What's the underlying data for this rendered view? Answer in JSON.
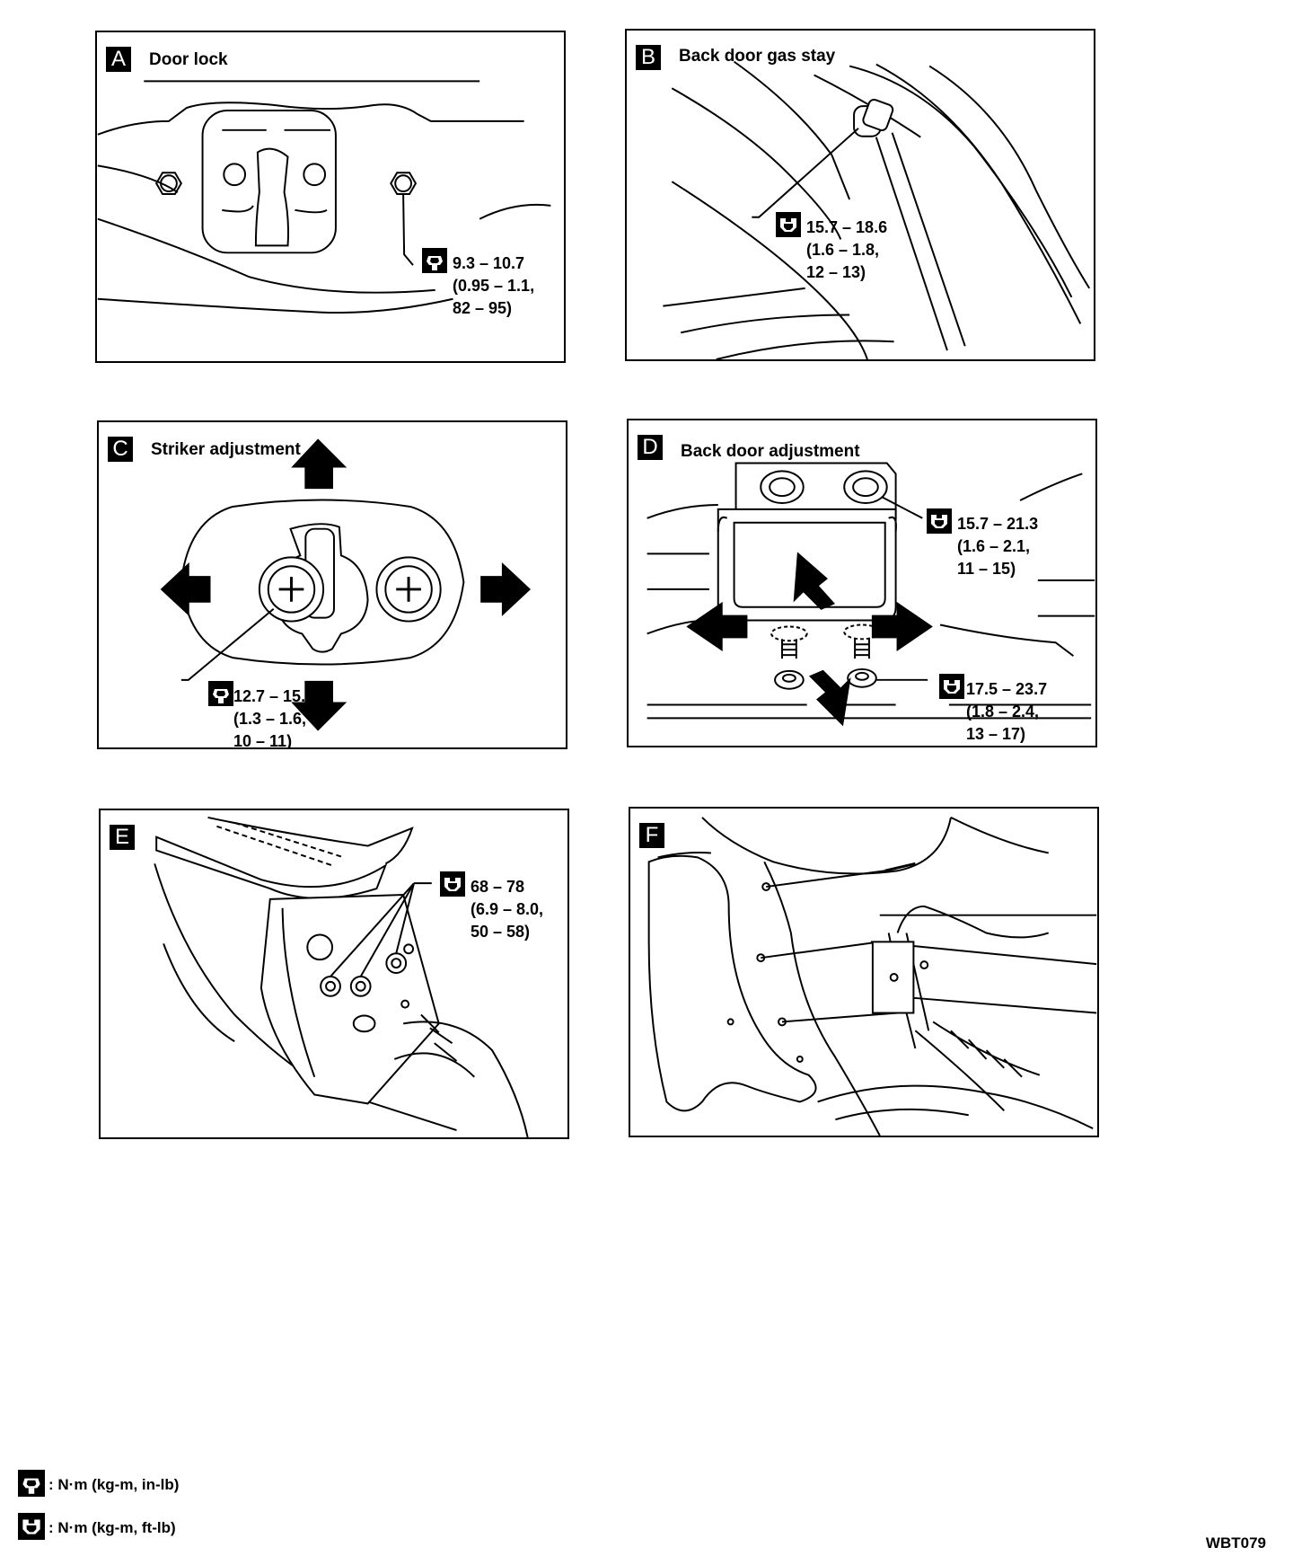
{
  "panels": {
    "a": {
      "letter": "A",
      "title": "Door lock",
      "spec": [
        "9.3 – 10.7",
        "(0.95 – 1.1,",
        "82 – 95)"
      ]
    },
    "b": {
      "letter": "B",
      "title": "Back door gas stay",
      "spec": [
        "15.7 – 18.6",
        "(1.6 – 1.8,",
        "12 – 13)"
      ]
    },
    "c": {
      "letter": "C",
      "title": "Striker adjustment",
      "spec": [
        "12.7 – 15.7",
        "(1.3 – 1.6,",
        "10 – 11)"
      ]
    },
    "d": {
      "letter": "D",
      "title": "Back door adjustment",
      "spec_upper": [
        "15.7 – 21.3",
        "(1.6 – 2.1,",
        "11 – 15)"
      ],
      "spec_lower": [
        "17.5 – 23.7",
        "(1.8 – 2.4,",
        "13 – 17)"
      ]
    },
    "e": {
      "letter": "E",
      "spec": [
        "68 – 78",
        "(6.9 – 8.0,",
        "50 – 58)"
      ]
    },
    "f": {
      "letter": "F"
    }
  },
  "legend": {
    "in_lb": ": N·m (kg-m, in-lb)",
    "ft_lb": ": N·m (kg-m, ft-lb)"
  },
  "figure_code": "WBT079",
  "icons": {
    "in_lb": "torque-wrench-in-lb-icon",
    "ft_lb": "torque-wrench-ft-lb-icon"
  }
}
